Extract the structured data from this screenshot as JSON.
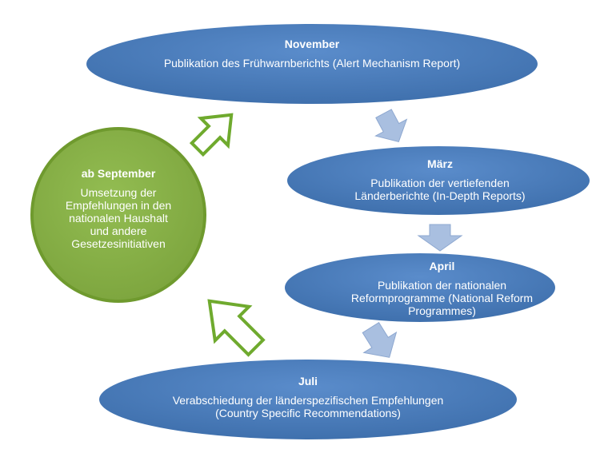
{
  "stages": [
    {
      "id": "november",
      "title": "November",
      "description": "Publikation des Frühwarnberichts (Alert Mechanism Report)"
    },
    {
      "id": "maerz",
      "title": "März",
      "description": "Publikation der vertiefenden Länderberichte (In-Depth Reports)"
    },
    {
      "id": "april",
      "title": "April",
      "description": "Publikation der nationalen Reformprogramme (National Reform Programmes)"
    },
    {
      "id": "juli",
      "title": "Juli",
      "description": "Verabschiedung der länderspezifischen Empfehlungen (Country Specific Recommendations)"
    },
    {
      "id": "september",
      "title": "ab September",
      "description": "Umsetzung der Empfehlungen in den nationalen Haushalt und andere Gesetzesinitiativen"
    }
  ],
  "colors": {
    "ellipse_fill": "#4f81bd",
    "ellipse_stroke": "#ffffff",
    "circle_fill": "#8cb34a",
    "circle_stroke": "#6f9a2e",
    "down_arrow": "#a9bfe0",
    "up_arrow_stroke": "#6faa2e",
    "up_arrow_fill": "#ffffff"
  }
}
